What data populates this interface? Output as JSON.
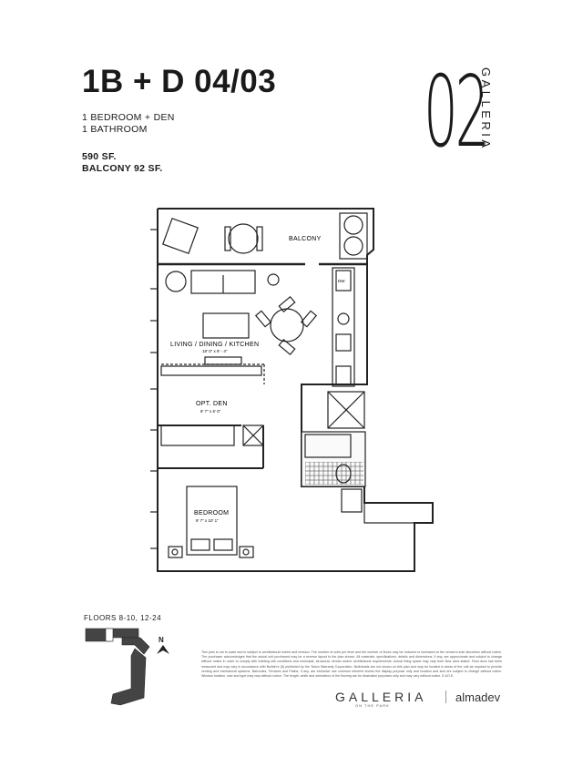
{
  "unit": {
    "title": "1B + D 04/03",
    "line1": "1 BEDROOM + DEN",
    "line2": "1 BATHROOM",
    "area": "590 SF.",
    "balcony": "BALCONY 92 SF."
  },
  "brand": {
    "number": "02",
    "name_vertical": "GALLERIA"
  },
  "plan": {
    "balcony": "BALCONY",
    "living": "LIVING / DINING / KITCHEN",
    "living_dim": "18' 0\" x 9' - 4\"",
    "den": "OPT. DEN",
    "den_dim": "9' 7\" x 5' 0\"",
    "bedroom": "BEDROOM",
    "bedroom_dim": "9' 7\" x 10' 1\"",
    "dw": "DW"
  },
  "footer": {
    "floors": "FLOORS 8-10, 12-24",
    "north": "N",
    "disclaimer": "This plan is not to scale and is subject to architectural review and revision. The number of units per level and the number of floors may be reduced or increased at the vendor's sole discretion without notice. The purchaser acknowledges that the actual unit purchased may be a reverse layout to the plan shown. All materials, specifications, details and dimensions, if any, are approximate and subject to change without notice in order to comply with building site conditions and municipal, structural, vendor and/or architectural requirements. Actual living space may vary from floor area stated. Floor area has been measured and may vary in accordance with Builder's (6) published by the Tarion Warranty Corporation. Bulkheads are not shown on this plan and may be located in areas of the unit as required to provide venting and mechanical systems. Balconies, Terraces and Patios, if any, are exclusive use common element shown the display purpose only and location and size are subject to change without notice. Window location, size and type may vary without notice. The length, width and orientation of the flooring are for illustration purposes only and may vary without notice. E.&O.E.",
    "logo_main": "GALLERIA",
    "logo_sub": "ON THE PARK",
    "logo_developer": "almadev"
  }
}
